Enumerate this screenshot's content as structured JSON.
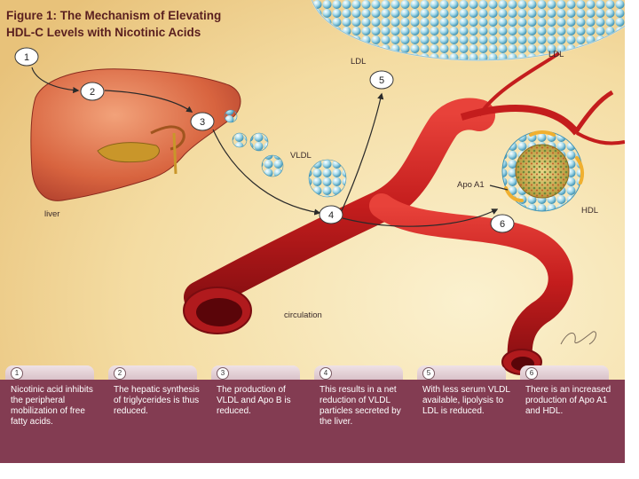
{
  "title_line1": "Figure 1: The Mechanism of Elevating",
  "title_line2": "HDL-C Levels with Nicotinic Acids",
  "labels": {
    "liver": "liver",
    "vldl": "VLDL",
    "ldl_top": "LDL",
    "ldl_right": "LDL",
    "circulation": "circulation",
    "apo_a1": "Apo A1",
    "hdl": "HDL"
  },
  "step_markers": [
    "1",
    "2",
    "3",
    "4",
    "5",
    "6"
  ],
  "steps": [
    {
      "num": "1",
      "text": "Nicotinic acid inhibits the peripheral mobilization of free fatty acids."
    },
    {
      "num": "2",
      "text": "The hepatic synthesis of triglycerides is thus reduced."
    },
    {
      "num": "3",
      "text": "The production of VLDL and Apo B is reduced."
    },
    {
      "num": "4",
      "text": "This results in a net reduction of VLDL particles secreted by the liver."
    },
    {
      "num": "5",
      "text": "With less serum VLDL available, lipolysis to LDL is reduced."
    },
    {
      "num": "6",
      "text": "There is an increased production of Apo A1 and HDL."
    }
  ]
}
